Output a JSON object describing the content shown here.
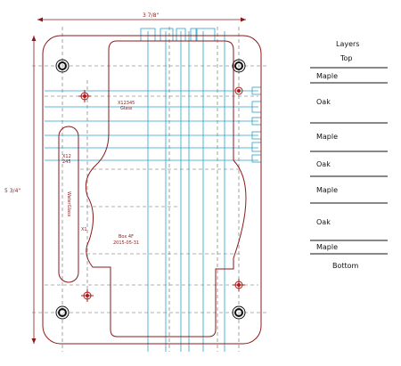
{
  "dimensions": {
    "width_label": "3 7/8\"",
    "height_label": "5 3/4\""
  },
  "annotations": {
    "part_number": "X12345",
    "material": "Glass",
    "side_code": "X12",
    "side_value": "245",
    "side_vertical": "WaterGlass",
    "small_mark": "X1",
    "box_label": "Box 4F",
    "date": "2015-05-31"
  },
  "layers": {
    "heading": "Layers",
    "top_label": "Top",
    "bottom_label": "Bottom",
    "items": [
      {
        "name": "Maple"
      },
      {
        "name": "Oak"
      },
      {
        "name": "Maple"
      },
      {
        "name": "Oak"
      },
      {
        "name": "Maple"
      },
      {
        "name": "Oak"
      },
      {
        "name": "Maple"
      }
    ]
  },
  "colors": {
    "outline": "#8a1a1a",
    "guide_blue": "#2aa0c8",
    "dash": "#666666",
    "hole": "#111111",
    "layer_rule": "#111111"
  }
}
